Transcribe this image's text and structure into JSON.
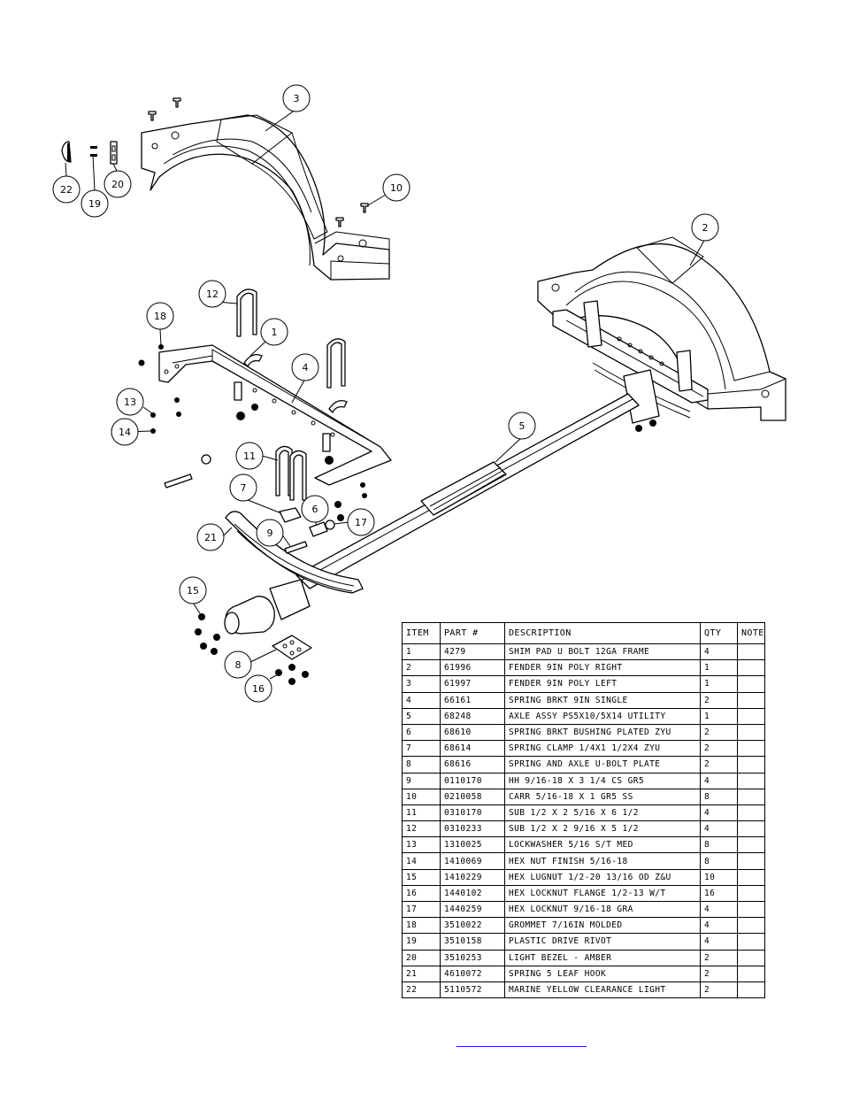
{
  "callouts": [
    "1",
    "2",
    "3",
    "4",
    "5",
    "6",
    "7",
    "8",
    "9",
    "10",
    "11",
    "12",
    "13",
    "14",
    "15",
    "16",
    "17",
    "18",
    "19",
    "20",
    "21",
    "22"
  ],
  "bom": {
    "headers": {
      "item": "ITEM",
      "part": "PART #",
      "description": "DESCRIPTION",
      "qty": "QTY",
      "note": "NOTE"
    },
    "rows": [
      {
        "item": "1",
        "part": "4279",
        "description": "SHIM PAD   U BOLT 12GA FRAME",
        "qty": "4",
        "note": ""
      },
      {
        "item": "2",
        "part": "61996",
        "description": "FENDER  9IN POLY RIGHT",
        "qty": "1",
        "note": ""
      },
      {
        "item": "3",
        "part": "61997",
        "description": "FENDER  9IN POLY LEFT",
        "qty": "1",
        "note": ""
      },
      {
        "item": "4",
        "part": "66161",
        "description": "SPRING BRKT   9IN SINGLE",
        "qty": "2",
        "note": ""
      },
      {
        "item": "5",
        "part": "68248",
        "description": "AXLE ASSY PS5X10/5X14 UTILITY",
        "qty": "1",
        "note": ""
      },
      {
        "item": "6",
        "part": "68610",
        "description": "SPRING BRKT BUSHING PLATED ZYU",
        "qty": "2",
        "note": ""
      },
      {
        "item": "7",
        "part": "68614",
        "description": "SPRING CLAMP   1/4X1 1/2X4  ZYU",
        "qty": "2",
        "note": ""
      },
      {
        "item": "8",
        "part": "68616",
        "description": "SPRING AND AXLE U-BOLT PLATE",
        "qty": "2",
        "note": ""
      },
      {
        "item": "9",
        "part": "0110170",
        "description": "HH 9/16-18 X 3 1/4 CS GR5",
        "qty": "4",
        "note": ""
      },
      {
        "item": "10",
        "part": "0210058",
        "description": "CARR 5/16-18 X 1 GR5 SS",
        "qty": "8",
        "note": ""
      },
      {
        "item": "11",
        "part": "0310170",
        "description": "SUB 1/2 X 2 5/16 X 6 1/2",
        "qty": "4",
        "note": ""
      },
      {
        "item": "12",
        "part": "0310233",
        "description": "SUB 1/2 X 2 9/16 X 5 1/2",
        "qty": "4",
        "note": ""
      },
      {
        "item": "13",
        "part": "1310025",
        "description": "LOCKWASHER 5/16 S/T MED",
        "qty": "8",
        "note": ""
      },
      {
        "item": "14",
        "part": "1410069",
        "description": "HEX NUT FINISH 5/16-18",
        "qty": "8",
        "note": ""
      },
      {
        "item": "15",
        "part": "1410229",
        "description": "HEX LUGNUT 1/2-20 13/16 OD Z&U",
        "qty": "10",
        "note": ""
      },
      {
        "item": "16",
        "part": "1440102",
        "description": "HEX LOCKNUT FLANGE 1/2-13 W/T",
        "qty": "16",
        "note": ""
      },
      {
        "item": "17",
        "part": "1440259",
        "description": "HEX LOCKNUT 9/16-18 GRA",
        "qty": "4",
        "note": ""
      },
      {
        "item": "18",
        "part": "3510022",
        "description": "GROMMET  7/16IN MOLDED",
        "qty": "4",
        "note": ""
      },
      {
        "item": "19",
        "part": "3510158",
        "description": "PLASTIC DRIVE RIVOT",
        "qty": "4",
        "note": ""
      },
      {
        "item": "20",
        "part": "3510253",
        "description": "LIGHT BEZEL - AMBER",
        "qty": "2",
        "note": ""
      },
      {
        "item": "21",
        "part": "4610072",
        "description": "SPRING  5 LEAF HOOK",
        "qty": "2",
        "note": ""
      },
      {
        "item": "22",
        "part": "5110572",
        "description": "MARINE YELLOW CLEARANCE LIGHT",
        "qty": "2",
        "note": ""
      }
    ]
  },
  "colors": {
    "line": "#000000",
    "link": "#1a1aee"
  }
}
